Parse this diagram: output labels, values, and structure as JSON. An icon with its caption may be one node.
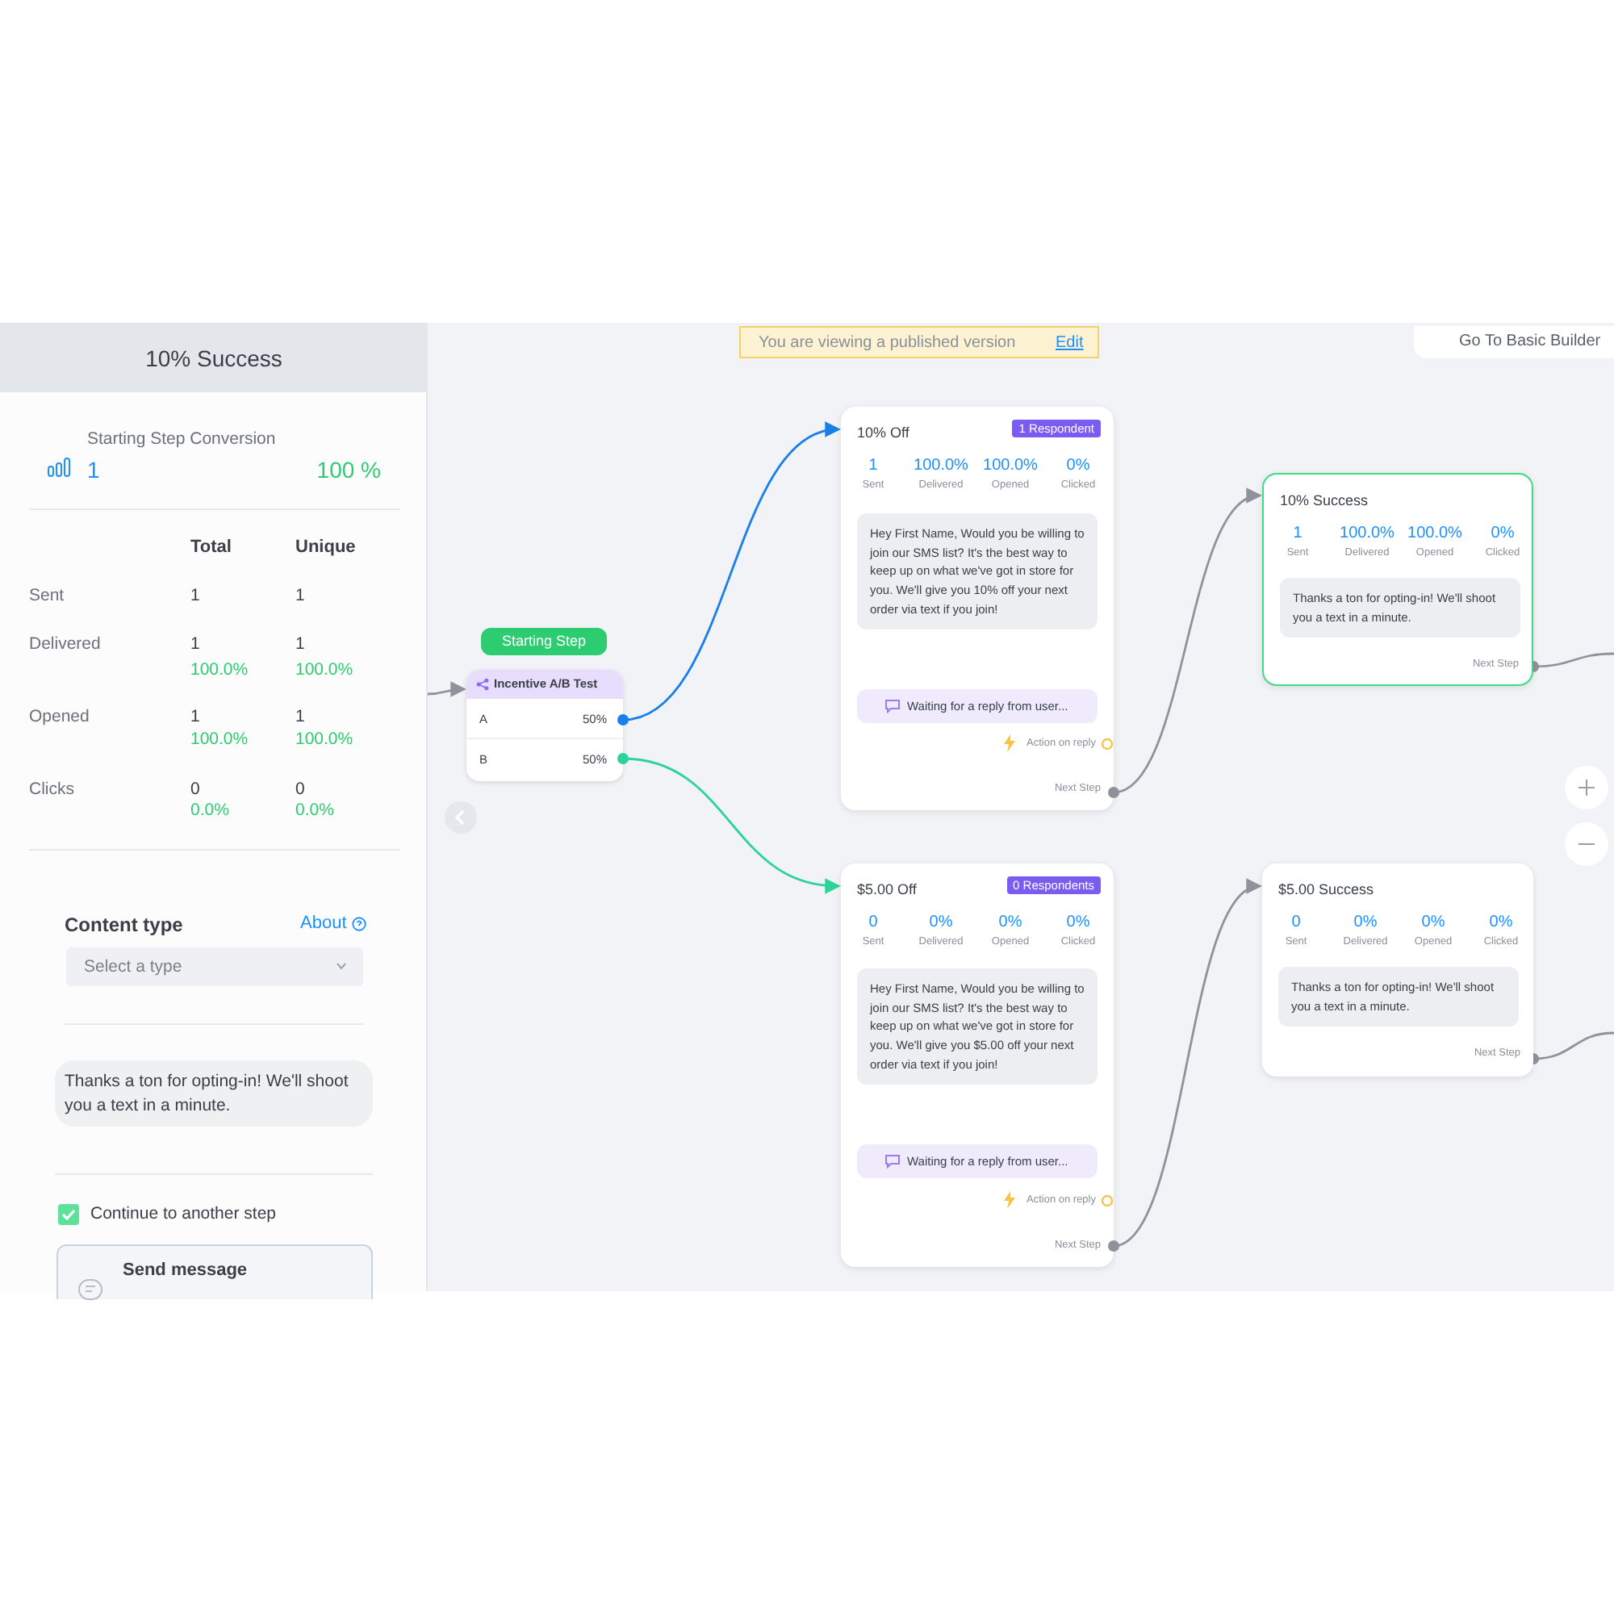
{
  "diagram": {
    "nodes": [
      {
        "text": [
          "Starting Step"
        ]
      },
      {
        "text": [
          "Incentive A/B Test"
        ]
      },
      {
        "text": [
          "A",
          "50%"
        ],
        "in": 1
      },
      {
        "text": [
          "B",
          "50%"
        ],
        "in": 1
      },
      {
        "text": [
          "10% Off",
          "1 Respondent",
          "1",
          "Sent",
          "100.0%",
          "Delivered",
          "100.0%",
          "Opened",
          "0%",
          "Clicked",
          "Action on reply",
          "Next Step"
        ]
      },
      {
        "text": [
          "Hey First Name, Would you be willing to join our SMS list? It's the best way to keep up on what we've got in store for you. We'll give you 10% off your next order via text if you join!"
        ],
        "in": 4
      },
      {
        "text": [
          "Waiting for a reply from user..."
        ],
        "in": 4
      },
      {
        "text": [
          "10% Success",
          "1",
          "Sent",
          "100.0%",
          "Delivered",
          "100.0%",
          "Opened",
          "0%",
          "Clicked",
          "Next Step"
        ]
      },
      {
        "text": [
          "Thanks a ton for opting-in! We'll shoot you a text in a minute."
        ],
        "in": 7
      },
      {
        "text": [
          "$5.00 Off",
          "0 Respondents",
          "0",
          "Sent",
          "0%",
          "Delivered",
          "0%",
          "Opened",
          "0%",
          "Clicked",
          "Action on reply",
          "Next Step"
        ]
      },
      {
        "text": [
          "Hey First Name, Would you be willing to join our SMS list? It's the best way to keep up on what we've got in store for you. We'll give you $5.00 off your next order via text if you join!"
        ],
        "in": 9
      },
      {
        "text": [
          "Waiting for a reply from user..."
        ],
        "in": 9
      },
      {
        "text": [
          "$5.00 Success",
          "0",
          "Sent",
          "0%",
          "Delivered",
          "0%",
          "Opened",
          "0%",
          "Clicked",
          "Next Step"
        ]
      },
      {
        "text": [
          "Thanks a ton for opting-in! We'll shoot you a text in a minute."
        ],
        "in": 12
      },
      {
        "text": [
          "Thanks a ton for opting-in! We'll shoot you a text in a minute."
        ]
      },
      {
        "text": [
          "Send message"
        ]
      }
    ],
    "edges": [
      {
        "from": null,
        "to": 1,
        "arrow": "to"
      },
      {
        "from": 2,
        "to": 4,
        "arrow": "to",
        "color": "#1a7fe8"
      },
      {
        "from": 3,
        "to": 9,
        "arrow": "to",
        "color": "#2ed39a"
      },
      {
        "from": 4,
        "to": 7,
        "arrow": "to"
      },
      {
        "from": 9,
        "to": 12,
        "arrow": "to"
      },
      {
        "from": 7,
        "to": null,
        "arrow": "other"
      },
      {
        "from": 12,
        "to": null,
        "arrow": "other"
      }
    ],
    "labels": [
      "10% Success",
      "Starting Step Conversion",
      "1",
      "100 %",
      "Total",
      "Unique",
      "Sent",
      "1",
      "1",
      "Delivered",
      "1",
      "100.0%",
      "1",
      "100.0%",
      "Opened",
      "1",
      "100.0%",
      "1",
      "100.0%",
      "Clicks",
      "0",
      "0.0%",
      "0",
      "0.0%",
      "Content type",
      "About",
      "Select a type",
      "Continue to another step",
      "You are viewing a published version",
      "Edit",
      "Go To Basic Builder"
    ]
  }
}
